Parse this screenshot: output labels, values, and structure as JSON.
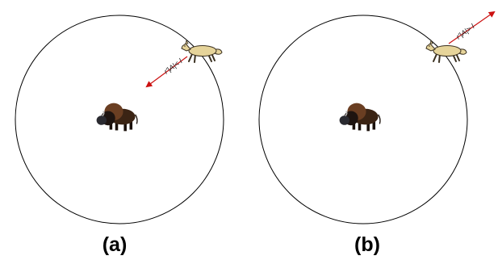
{
  "panels": [
    {
      "label": "(a)",
      "arrow_label": "r'|A|< l",
      "arrow_direction": "inward",
      "labels_shown": [
        "(a)",
        "r'|A|< l"
      ]
    },
    {
      "label": "(b)",
      "arrow_label": "r'|A|> l",
      "arrow_direction": "outward",
      "labels_shown": [
        "(b)",
        "r'|A|> l"
      ]
    }
  ],
  "colors": {
    "circle_stroke": "#000000",
    "arrow": "#cc1111",
    "wolf_body": "#e6d49a",
    "wolf_outline": "#3a3020",
    "bison_body": "#3b2414",
    "bison_hump": "#6a3e22",
    "bison_mane": "#1e1410",
    "bison_head": "#2a2a30"
  },
  "icons": {
    "predator": "wolf-icon",
    "prey": "bison-icon"
  }
}
